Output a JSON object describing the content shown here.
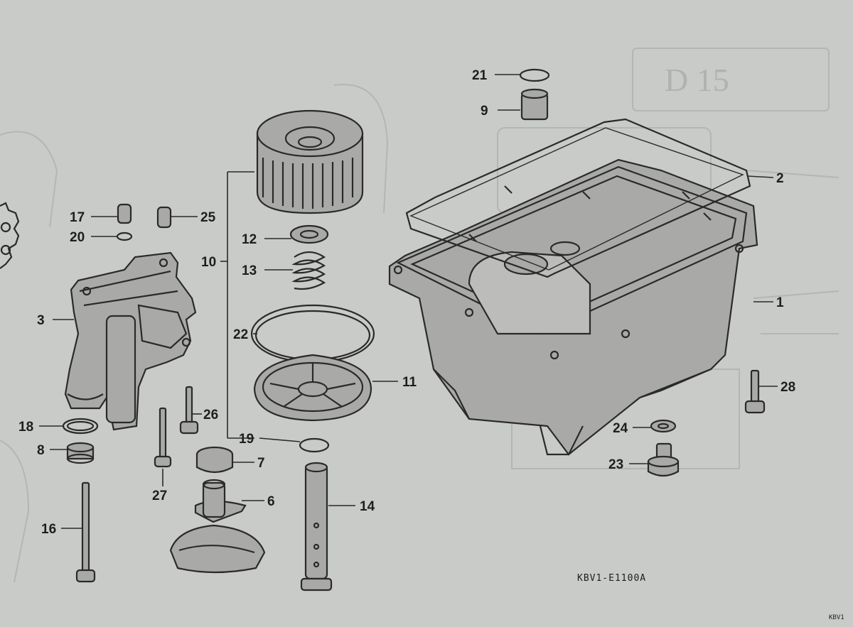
{
  "drawing_code": "KBV1-E1100A",
  "corner_code": "KBV1",
  "background_tab": "D 15",
  "labels": {
    "p1": "1",
    "p2": "2",
    "p3": "3",
    "p6": "6",
    "p7": "7",
    "p8": "8",
    "p9": "9",
    "p10": "10",
    "p11": "11",
    "p12": "12",
    "p13": "13",
    "p14": "14",
    "p16": "16",
    "p17": "17",
    "p18": "18",
    "p19": "19",
    "p20": "20",
    "p21": "21",
    "p22": "22",
    "p23": "23",
    "p24": "24",
    "p25": "25",
    "p26": "26",
    "p27": "27",
    "p28": "28"
  }
}
